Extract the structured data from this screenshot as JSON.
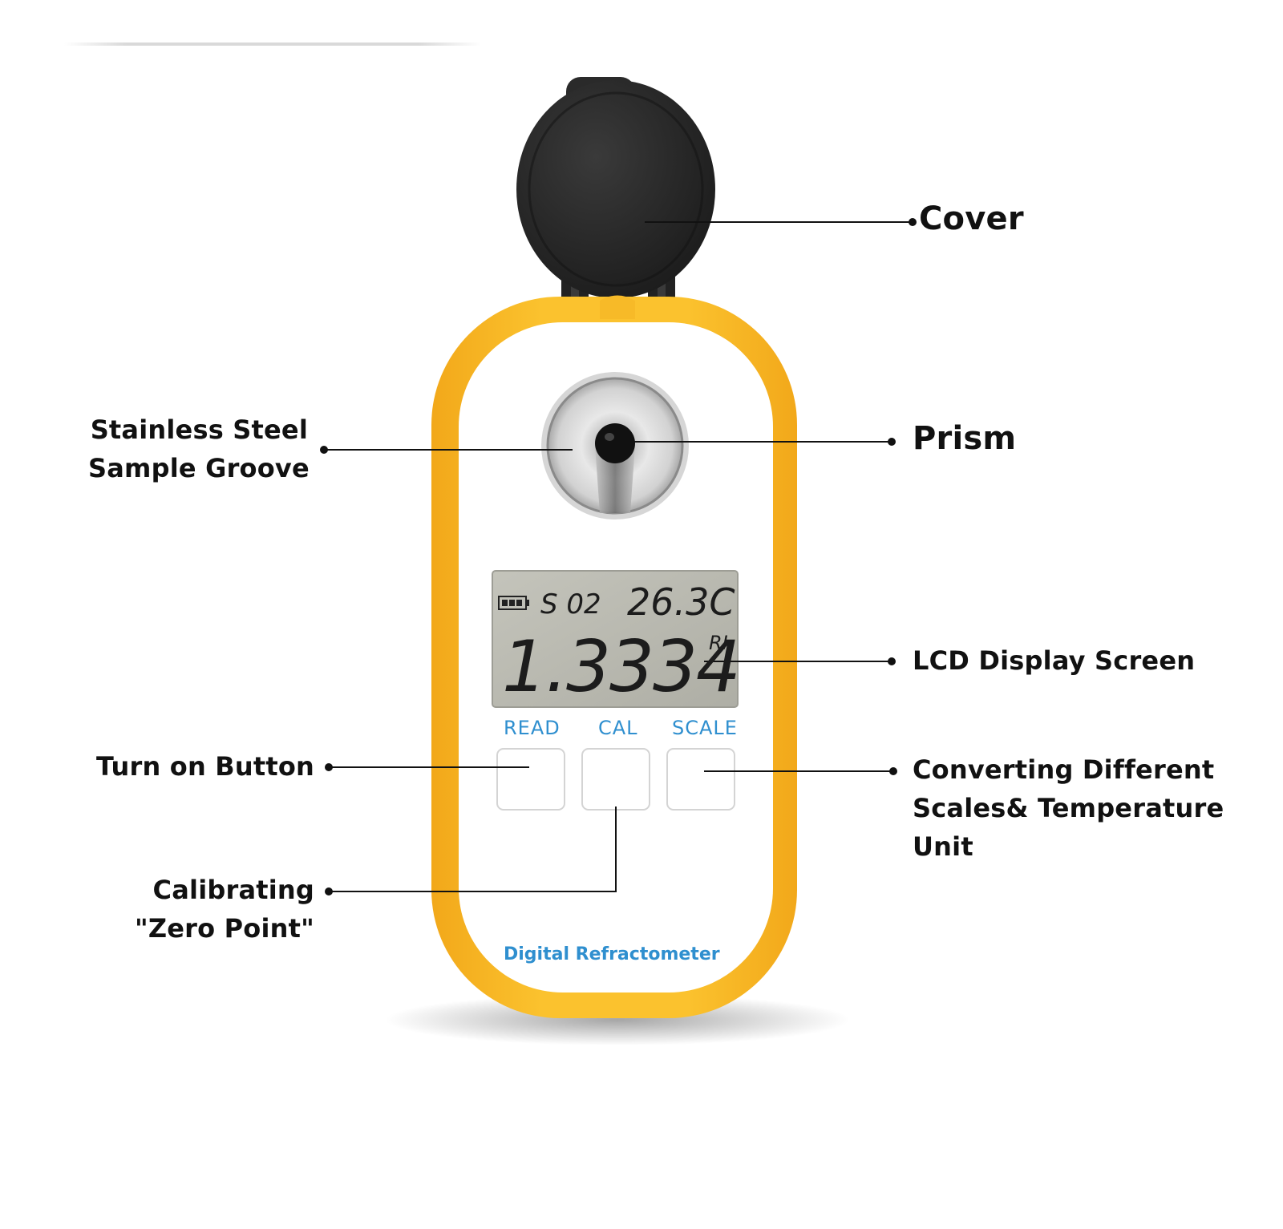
{
  "callouts": {
    "cover": "Cover",
    "prism": "Prism",
    "sample_groove": [
      "Stainless Steel",
      "Sample Groove"
    ],
    "lcd": "LCD Display Screen",
    "turn_on": "Turn on Button",
    "converting": [
      "Converting Different",
      "Scales& Temperature",
      "Unit"
    ],
    "calibrating": [
      "Calibrating",
      "\"Zero Point\""
    ]
  },
  "device": {
    "brand_text": "Digital Refractometer",
    "buttons": [
      "READ",
      "CAL",
      "SCALE"
    ],
    "lcd": {
      "mode": "S 02",
      "temperature": "26.3C",
      "reading": "1.3334",
      "unit": "RI"
    }
  },
  "colors": {
    "housing": "#f5b522",
    "face": "#ffffff",
    "cover": "#2c2c2c",
    "lcd": "#bdbdb3",
    "accent_text": "#2f8fcf"
  }
}
